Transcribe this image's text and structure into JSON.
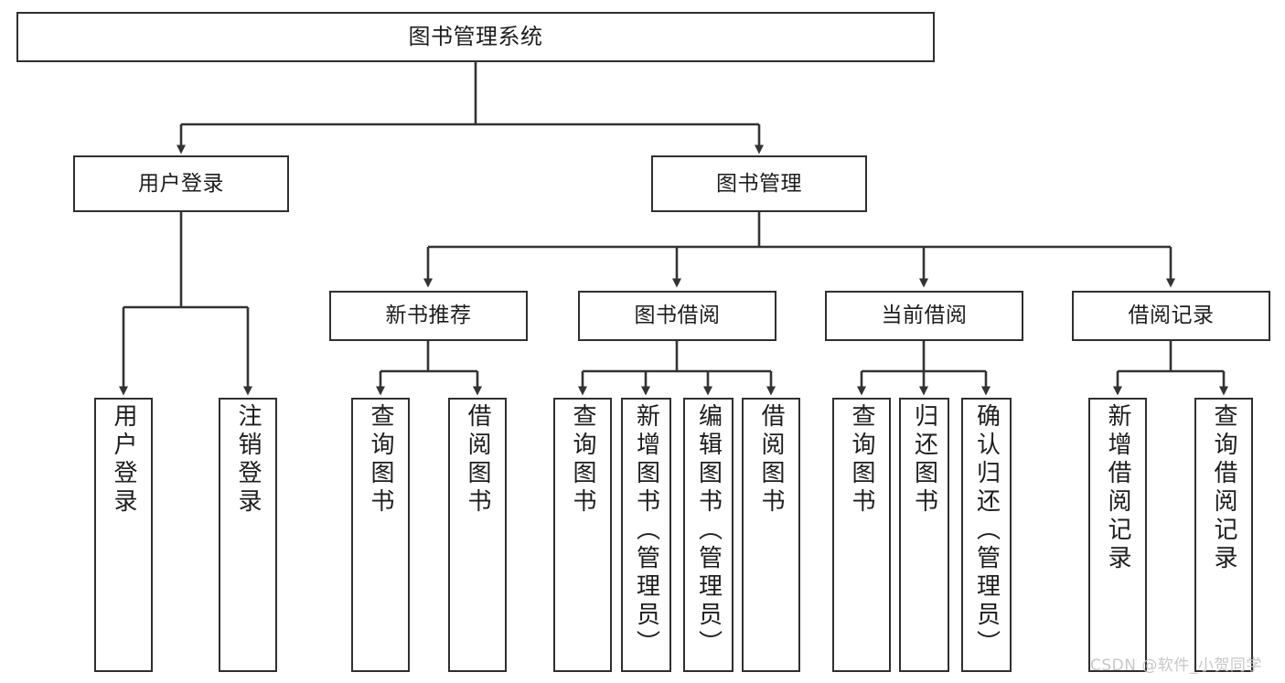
{
  "diagram": {
    "title": "图书管理系统",
    "type": "hierarchy-tree",
    "colors": {
      "box_border": "#2f2f2f",
      "box_fill": "#ffffff",
      "connector": "#333333",
      "text": "#1d1d1d",
      "watermark": "#c7c7c7"
    },
    "levels": {
      "root": {
        "label": "图书管理系统"
      },
      "level1": [
        {
          "label": "用户登录"
        },
        {
          "label": "图书管理"
        }
      ],
      "level2": [
        {
          "label": "新书推荐"
        },
        {
          "label": "图书借阅"
        },
        {
          "label": "当前借阅"
        },
        {
          "label": "借阅记录"
        }
      ],
      "leaves": {
        "user_login": [
          {
            "label": "用户登录"
          },
          {
            "label": "注销登录"
          }
        ],
        "new_book": [
          {
            "label": "查询图书"
          },
          {
            "label": "借阅图书"
          }
        ],
        "book_borrow": [
          {
            "label": "查询图书"
          },
          {
            "label": "新增图书（管理员）"
          },
          {
            "label": "编辑图书（管理员）"
          },
          {
            "label": "借阅图书"
          }
        ],
        "current_borrow": [
          {
            "label": "查询图书"
          },
          {
            "label": "归还图书"
          },
          {
            "label": "确认归还（管理员）"
          }
        ],
        "borrow_record": [
          {
            "label": "新增借阅记录"
          },
          {
            "label": "查询借阅记录"
          }
        ]
      }
    }
  },
  "watermark": {
    "text": "CSDN @软件_小贺同学"
  }
}
